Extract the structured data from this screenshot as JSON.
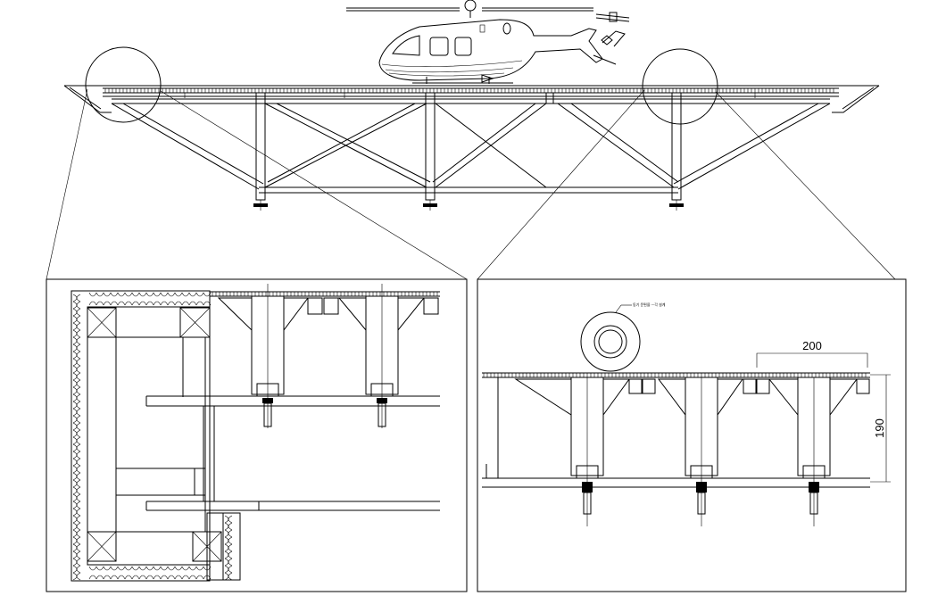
{
  "detail_right": {
    "dim_width": "200",
    "dim_height": "190",
    "note": "동기 문편을 ㅡ각 설계"
  },
  "icons": {
    "helicopter": "helicopter-icon",
    "spare_tire": "tire-icon"
  }
}
